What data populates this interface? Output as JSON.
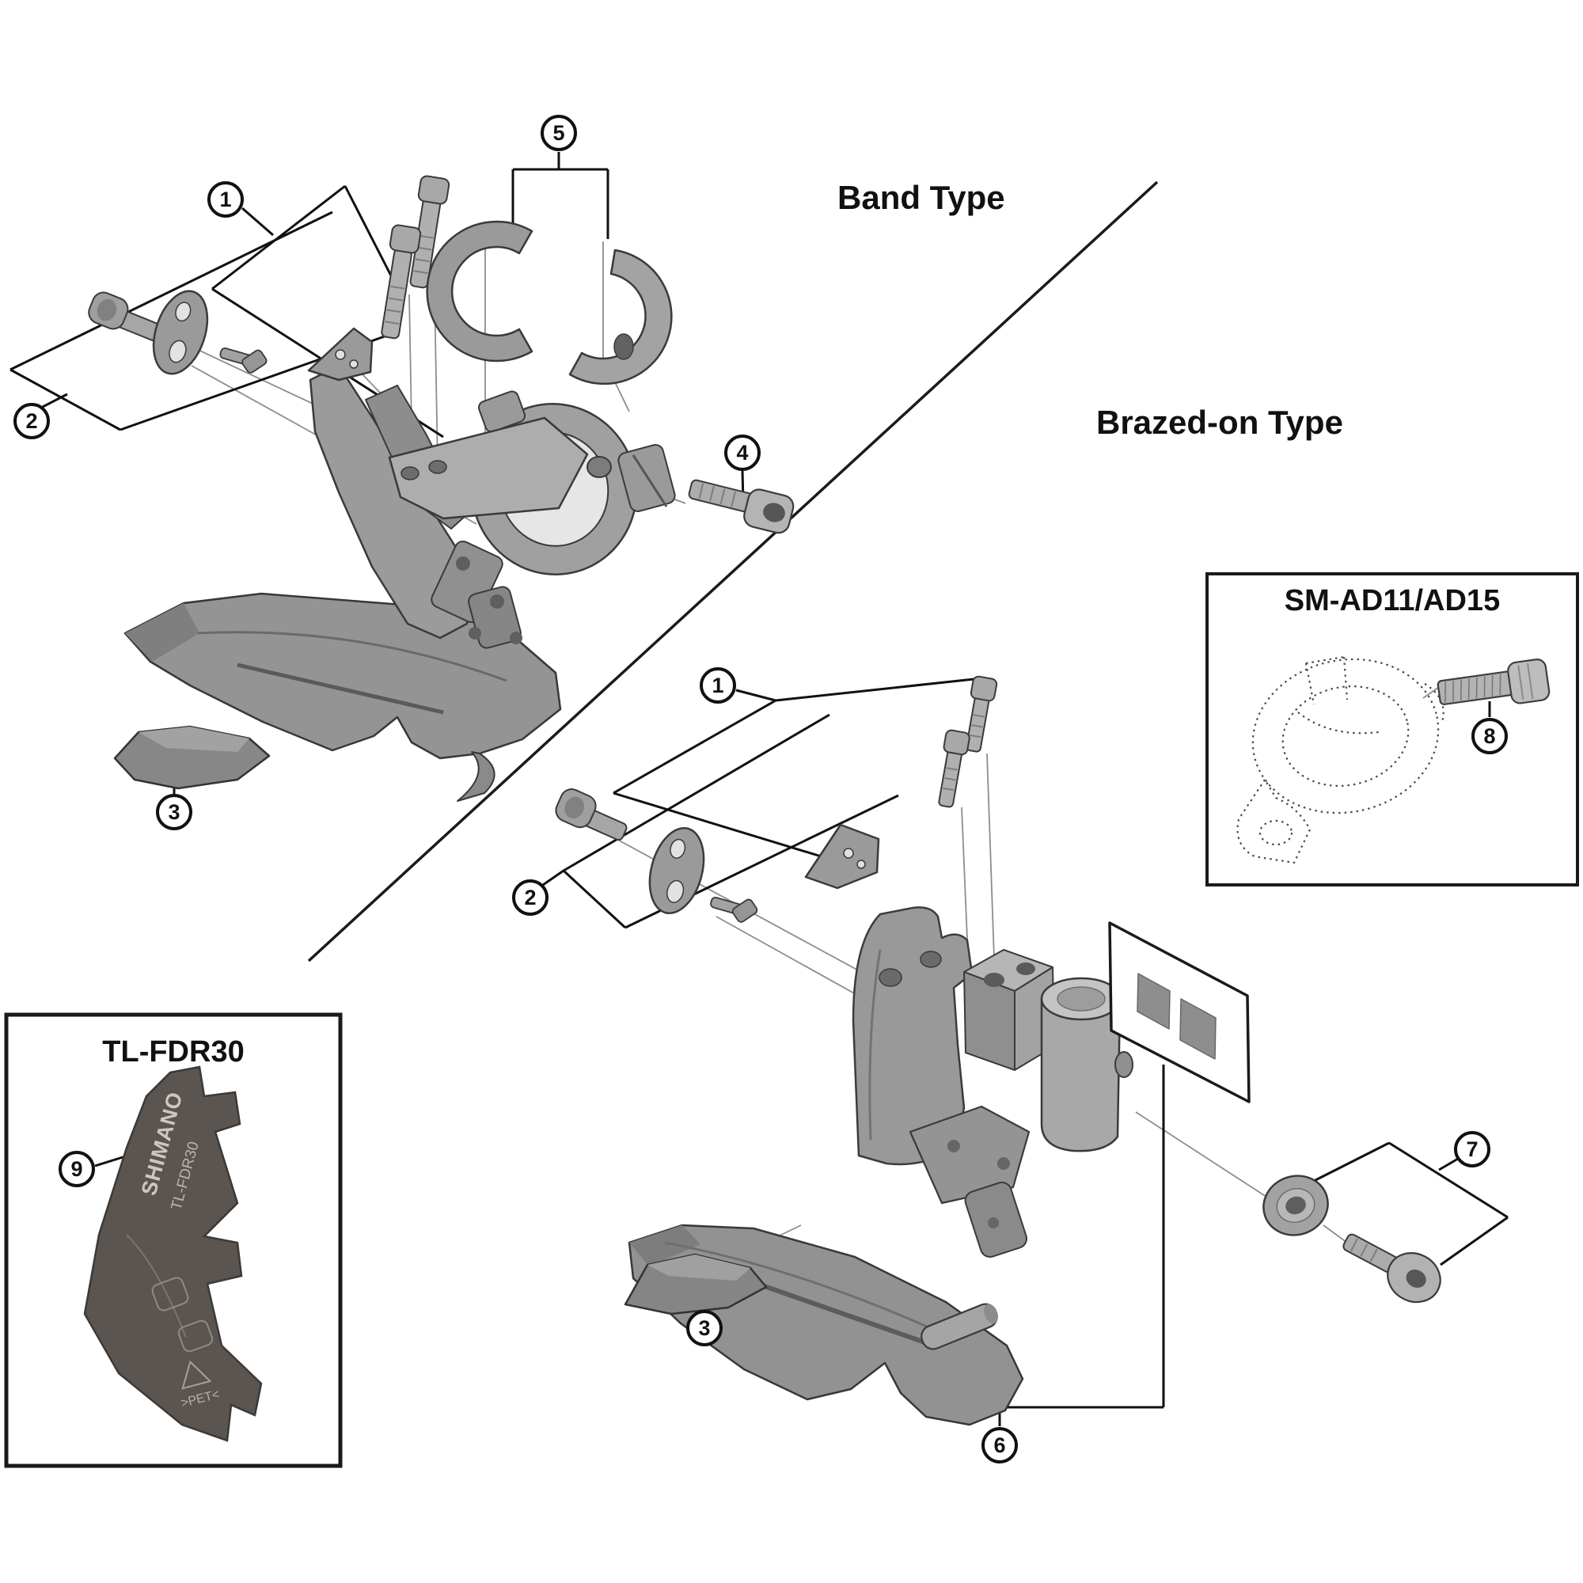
{
  "labels": {
    "band_type": "Band Type",
    "brazed_type": "Brazed-on Type",
    "adapter_inset_title": "SM-AD11/AD15",
    "tool_inset_title": "TL-FDR30",
    "tool_brand": "SHIMANO",
    "tool_model": "TL-FDR30",
    "tool_material_mark": ">PET<"
  },
  "callouts": [
    {
      "label": "1",
      "diagram": "band-type"
    },
    {
      "label": "2",
      "diagram": "band-type"
    },
    {
      "label": "3",
      "diagram": "band-type"
    },
    {
      "label": "4",
      "diagram": "band-type"
    },
    {
      "label": "5",
      "diagram": "band-type"
    },
    {
      "label": "1",
      "diagram": "brazed-on"
    },
    {
      "label": "2",
      "diagram": "brazed-on"
    },
    {
      "label": "3",
      "diagram": "brazed-on"
    },
    {
      "label": "6",
      "diagram": "brazed-on"
    },
    {
      "label": "7",
      "diagram": "brazed-on"
    },
    {
      "label": "8",
      "diagram": "sm-ad11-ad15-inset"
    },
    {
      "label": "9",
      "diagram": "tl-fdr30-inset"
    }
  ],
  "colors": {
    "background": "#ffffff",
    "line": "#1a1a1a",
    "thin_guide": "#8d8d8d",
    "part_fill": "#9a9a9a",
    "part_fill_light": "#c2c2c2",
    "part_fill_dark": "#767676",
    "part_stroke": "#3a3a3a",
    "tool_fill": "#5a5551",
    "tool_text": "#ccc7c1",
    "callout_border": "#111111"
  }
}
